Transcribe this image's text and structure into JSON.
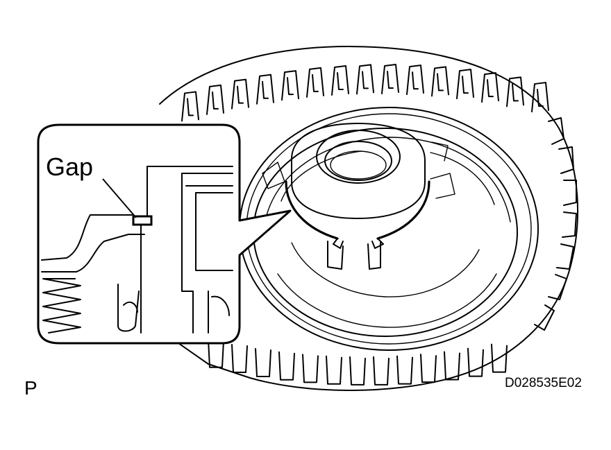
{
  "callout": {
    "label": "Gap"
  },
  "view_mark": "P",
  "drawing_code": "D028535E02",
  "icons": [
    "clutch-drum-illustration",
    "detail-magnifier-callout",
    "leader-line",
    "return-spring"
  ]
}
